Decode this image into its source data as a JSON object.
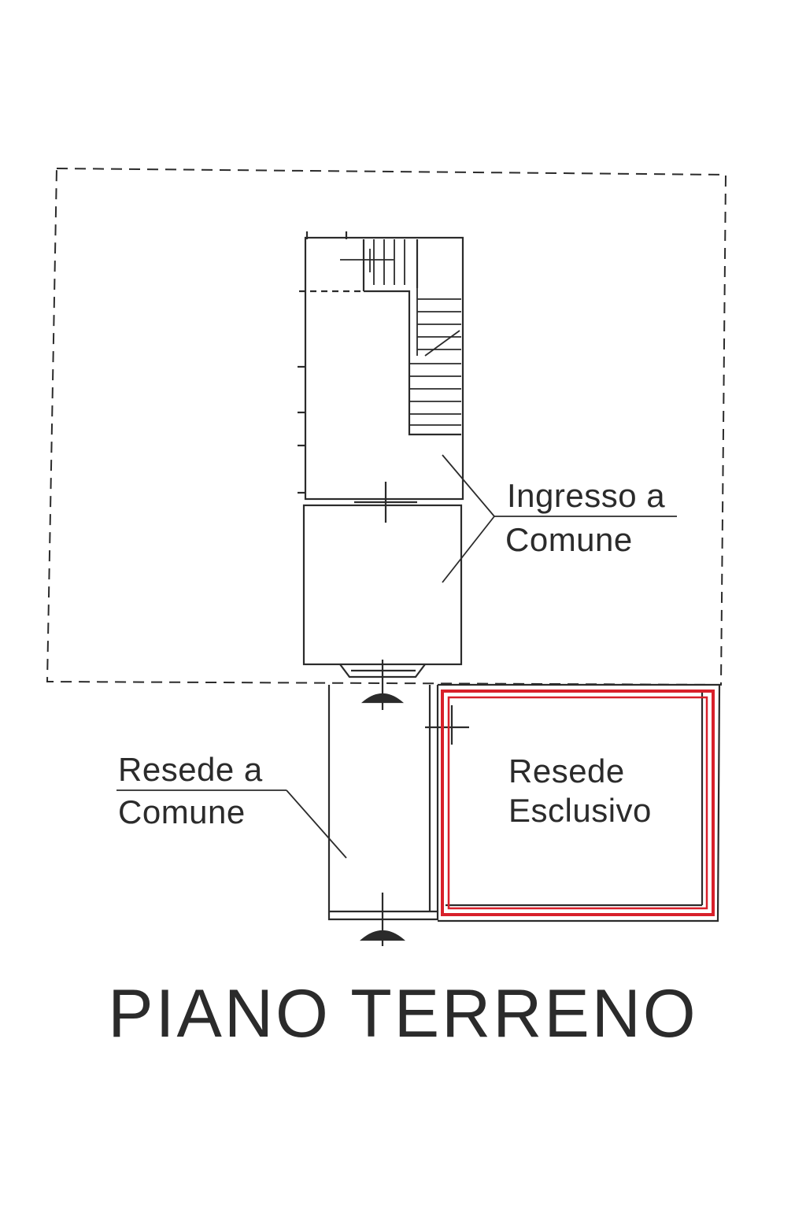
{
  "plan": {
    "title": "PIANO TERRENO",
    "labels": {
      "ingresso_line1": "Ingresso a",
      "ingresso_line2": "Comune",
      "resede_comune_line1": "Resede a",
      "resede_comune_line2": "Comune",
      "resede_esclusivo_line1": "Resede",
      "resede_esclusivo_line2": "Esclusivo"
    },
    "colors": {
      "line": "#2b2b2b",
      "highlight": "#d8202a",
      "background": "#ffffff"
    }
  }
}
